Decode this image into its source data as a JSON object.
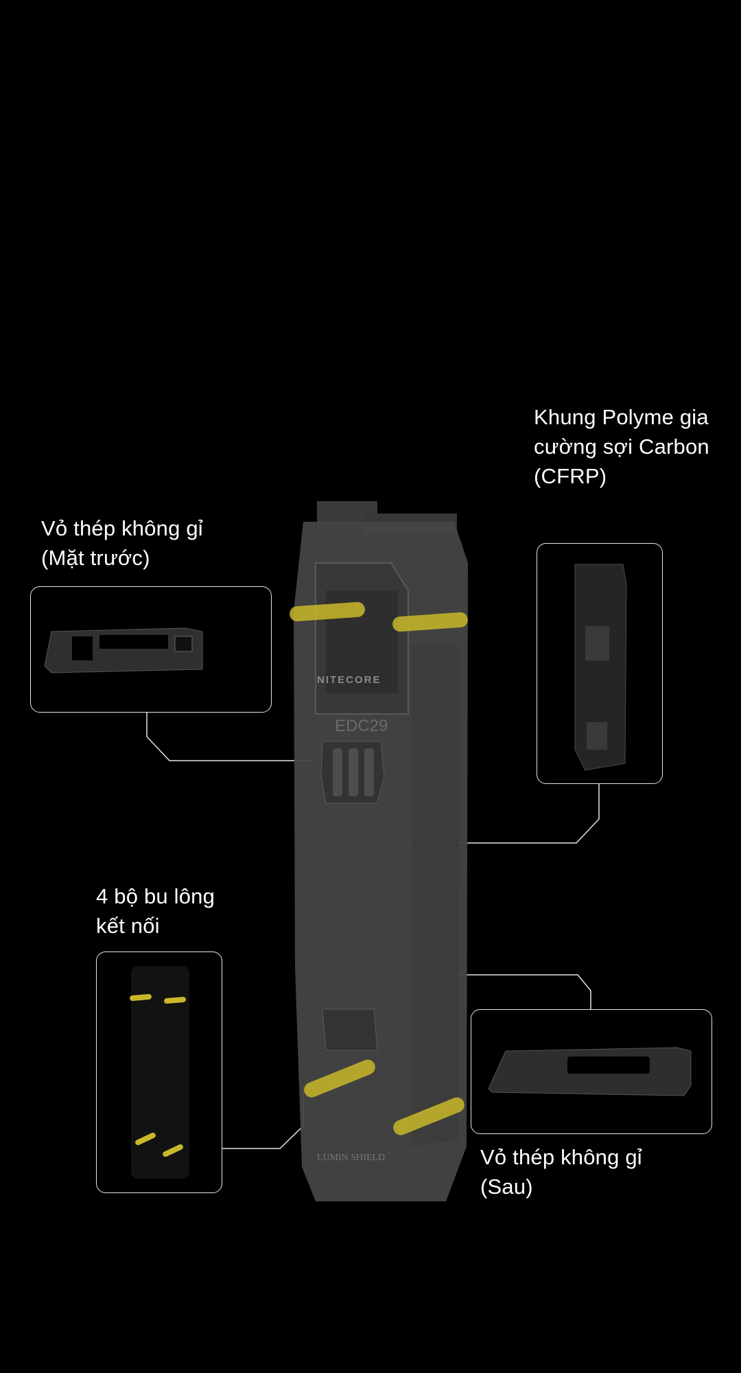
{
  "callouts": {
    "front_shell": {
      "line1": "Vỏ thép không gỉ",
      "line2": "(Mặt trước)"
    },
    "frame": {
      "line1": "Khung Polyme gia",
      "line2": "cường sợi Carbon",
      "line3": "(CFRP)"
    },
    "bolts": {
      "line1": "4 bộ bu lông",
      "line2": "kết nối"
    },
    "back_shell": {
      "line1": "Vỏ thép không gỉ",
      "line2": "(Sau)"
    }
  },
  "device": {
    "brand": "NITECORE",
    "model": "EDC29",
    "shield_logo": "LUMIN SHIELD"
  },
  "colors": {
    "background": "#000000",
    "bolt": "#c9b92a",
    "line": "#e6e6e6",
    "body": "#4a4a4a"
  }
}
